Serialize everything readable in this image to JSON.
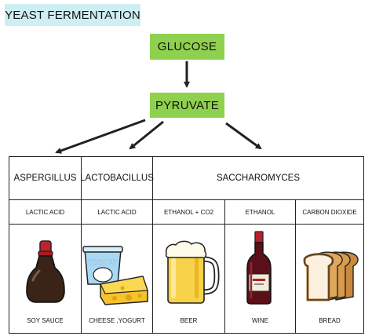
{
  "title": "YEAST FERMENTATION",
  "nodes": {
    "glucose": "GLUCOSE",
    "pyruvate": "PYRUVATE"
  },
  "columns": {
    "headers": [
      "ASPERGILLUS",
      "LACTOBACILLUS",
      "SACCHAROMYCES"
    ],
    "products": [
      "LACTIC ACID",
      "LACTIC ACID",
      "ETHANOL + CO2",
      "ETHANOL",
      "CARBON DIOXIDE"
    ],
    "foods": [
      "SOY SAUCE",
      "CHEESE ,YOGURT",
      "BEER",
      "WINE",
      "BREAD"
    ],
    "yogurt_cup_text": "YOGURT"
  },
  "colors": {
    "title_bg": "#cdeef2",
    "node_bg": "#8fd14f",
    "arrow": "#222222"
  }
}
